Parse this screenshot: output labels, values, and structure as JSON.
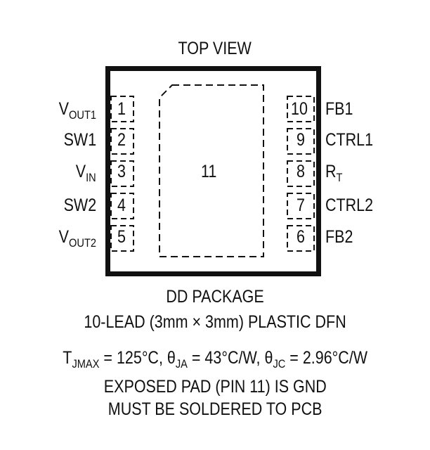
{
  "header": {
    "title": "TOP VIEW"
  },
  "package": {
    "body_color": "#111111",
    "exposed_pad_label": "11",
    "pins_left": [
      {
        "number": "1",
        "name_main": "V",
        "name_sub": "OUT1"
      },
      {
        "number": "2",
        "name_main": "SW1",
        "name_sub": ""
      },
      {
        "number": "3",
        "name_main": "V",
        "name_sub": "IN"
      },
      {
        "number": "4",
        "name_main": "SW2",
        "name_sub": ""
      },
      {
        "number": "5",
        "name_main": "V",
        "name_sub": "OUT2"
      }
    ],
    "pins_right": [
      {
        "number": "10",
        "name_main": "FB1",
        "name_sub": ""
      },
      {
        "number": "9",
        "name_main": "CTRL1",
        "name_sub": ""
      },
      {
        "number": "8",
        "name_main": "R",
        "name_sub": "T"
      },
      {
        "number": "7",
        "name_main": "CTRL2",
        "name_sub": ""
      },
      {
        "number": "6",
        "name_main": "FB2",
        "name_sub": ""
      }
    ]
  },
  "caption": {
    "line1": "DD PACKAGE",
    "line2": "10-LEAD (3mm × 3mm) PLASTIC DFN"
  },
  "thermal": {
    "tj_main": "T",
    "tj_sub": "JMAX",
    "tj_value": " = 125°C, ",
    "tja_main": "θ",
    "tja_sub": "JA",
    "tja_value": " = 43°C/W, ",
    "tjc_main": "θ",
    "tjc_sub": "JC",
    "tjc_value": " = 2.96°C/W"
  },
  "notes": {
    "line1": "EXPOSED PAD (PIN 11) IS GND",
    "line2": "MUST BE SOLDERED TO PCB"
  }
}
